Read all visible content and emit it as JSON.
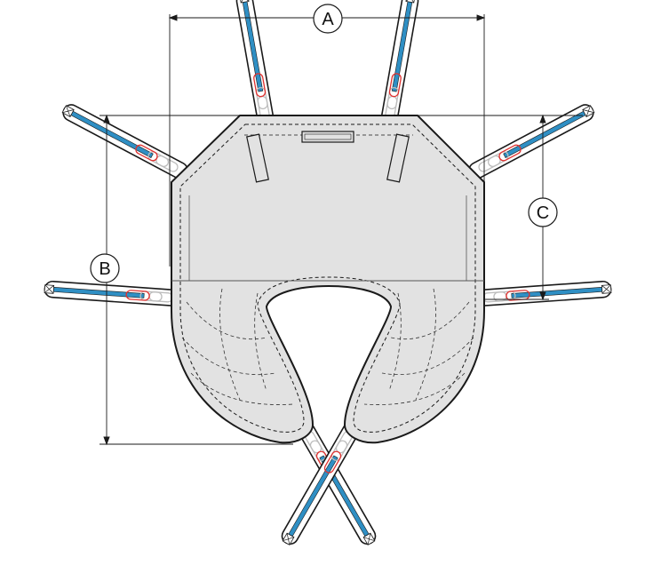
{
  "colors": {
    "fabric": "#e2e2e2",
    "outline": "#1a1a1a",
    "strap": "#2f8fc4",
    "loop_red": "#e0312f",
    "loop_gray": "#bdbdbd"
  },
  "dimensions": [
    {
      "key": "A",
      "label": "A"
    },
    {
      "key": "B",
      "label": "B"
    },
    {
      "key": "C",
      "label": "C"
    }
  ]
}
